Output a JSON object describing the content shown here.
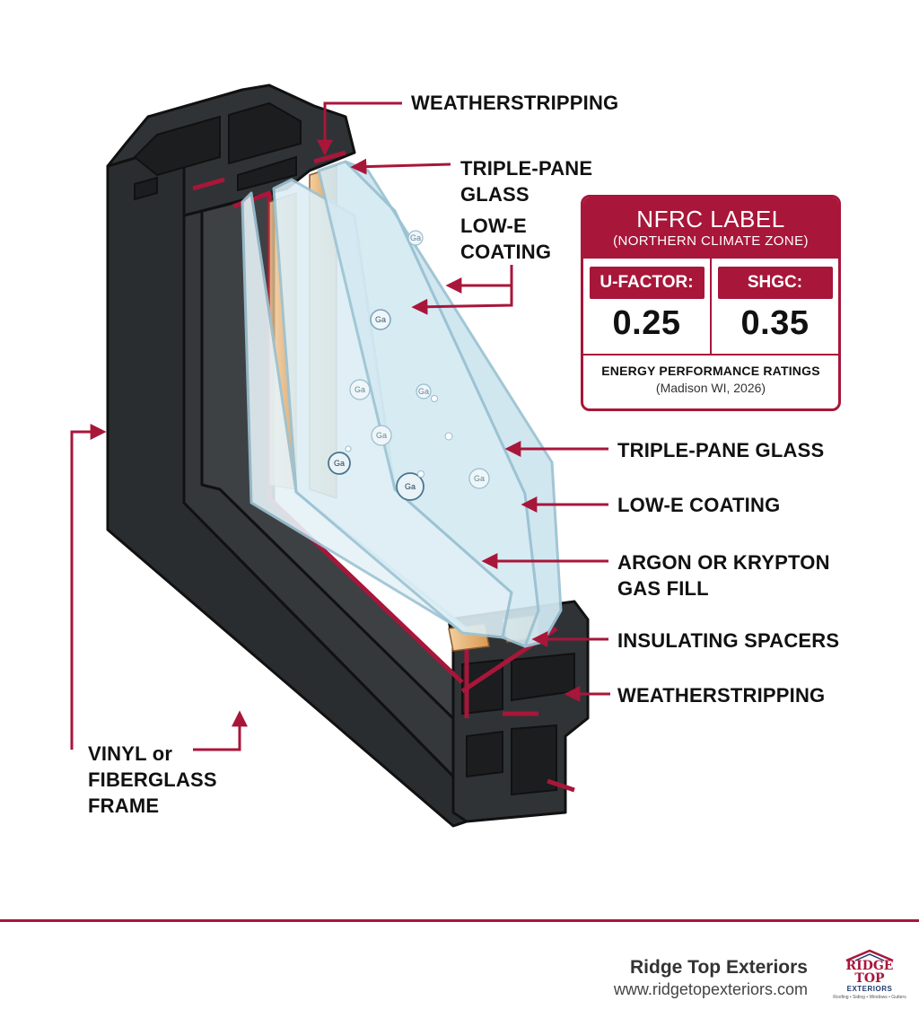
{
  "callouts": {
    "weatherstripping_top": "WEATHERSTRIPPING",
    "triple_pane_top": "TRIPLE-PANE\nGLASS",
    "low_e_top": "LOW-E\nCOATING",
    "triple_pane": "TRIPLE-PANE GLASS",
    "low_e": "LOW-E COATING",
    "gas_fill": "ARGON OR KRYPTON\nGAS FILL",
    "spacers": "INSULATING SPACERS",
    "weatherstripping_bottom": "WEATHERSTRIPPING",
    "frame": "VINYL or\nFIBERGLASS\nFRAME"
  },
  "gas_bubble_label": "Ga",
  "nfrc": {
    "title": "NFRC LABEL",
    "subtitle": "(NORTHERN CLIMATE ZONE)",
    "u_factor_label": "U-FACTOR:",
    "u_factor_value": "0.25",
    "shgc_label": "SHGC:",
    "shgc_value": "0.35",
    "footer_title": "ENERGY PERFORMANCE RATINGS",
    "footer_note": "(Madison WI, 2026)"
  },
  "footer": {
    "company": "Ridge Top Exteriors",
    "url": "www.ridgetopexteriors.com"
  },
  "logo": {
    "line1": "RIDGE TOP",
    "line2": "EXTERIORS",
    "line3": "Roofing • Siding • Windows • Gutters"
  },
  "colors": {
    "accent": "#a8163a",
    "frame": "#2d3033",
    "frame_dark": "#1d2023",
    "glass": "#d9ecf3",
    "glass_edge": "#b9d8e4",
    "spacer": "#e6b27a"
  }
}
